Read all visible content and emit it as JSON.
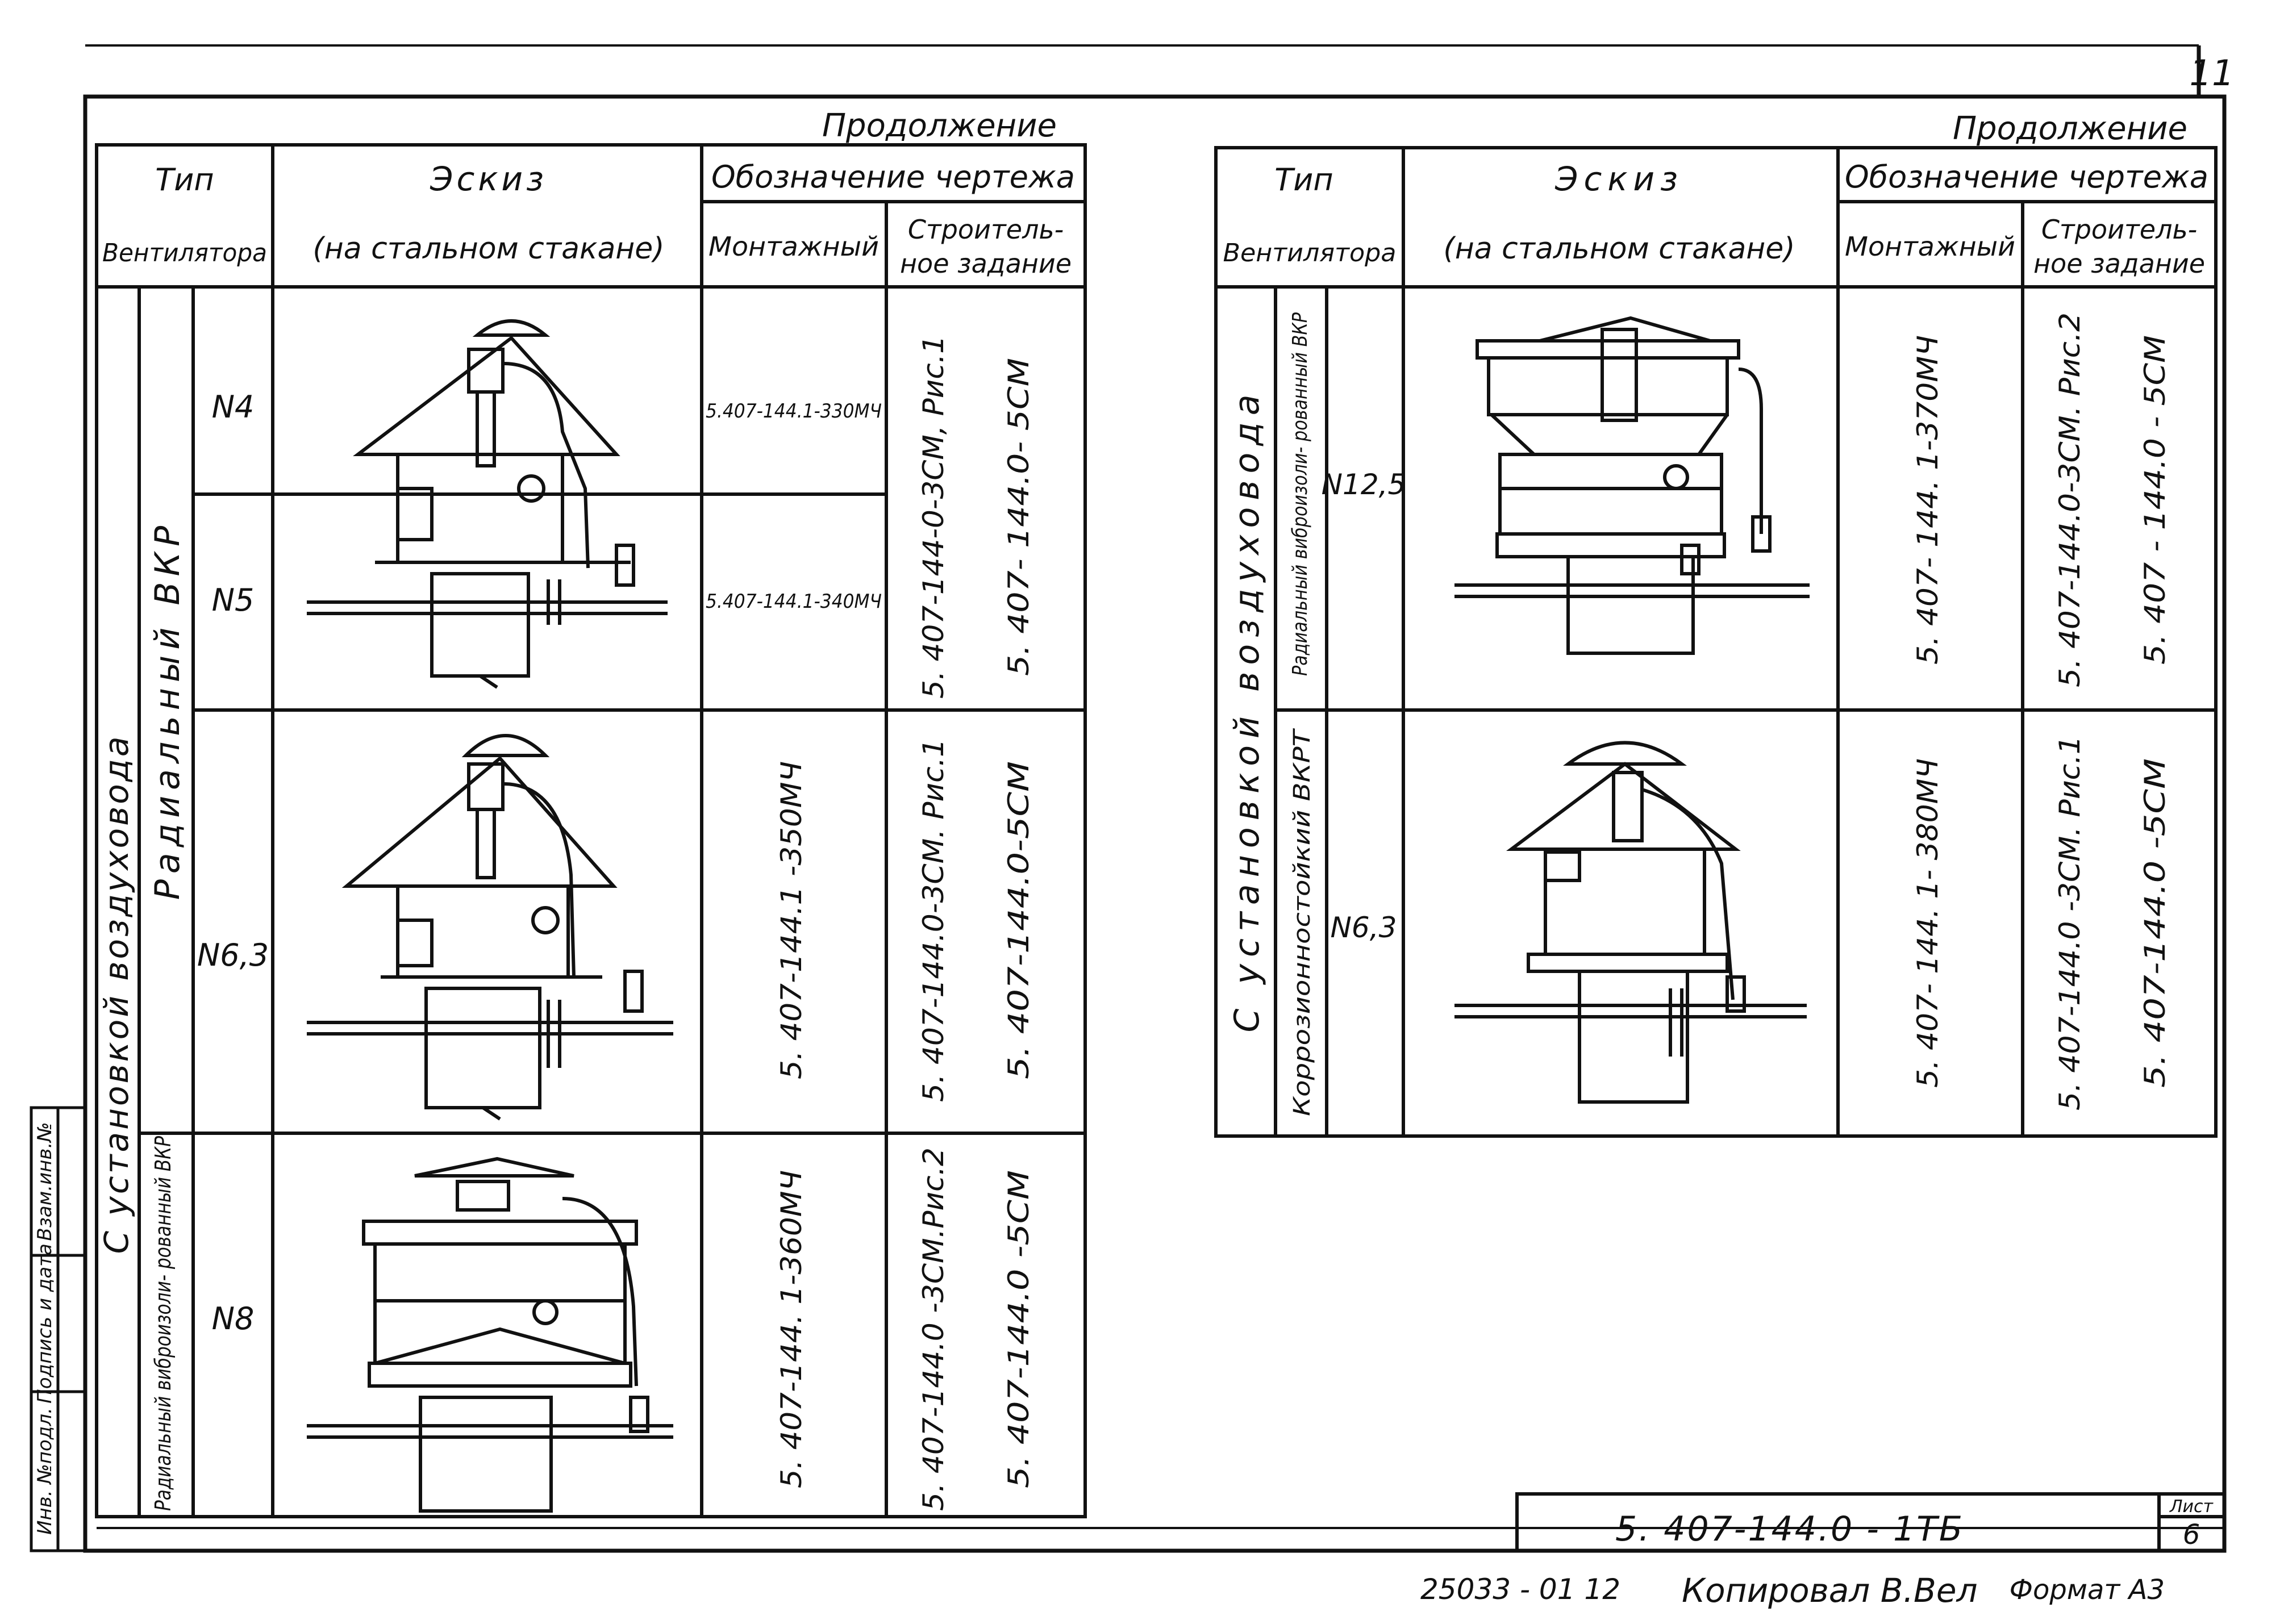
{
  "sheet_number": "11",
  "stamp": {
    "inv_podl": "Инв. №подл.",
    "podpis": "Подпись и дата",
    "vzam": "Взам.инв.№"
  },
  "left_table": {
    "continuation": "Продолжение",
    "headers": {
      "type": "Тип",
      "fan": "Вентилятора",
      "sketch": "Эскиз",
      "sketch_sub": "(на стальном стакане)",
      "designation": "Обозначение чертежа",
      "mounting": "Монтажный",
      "construction_1": "Строитель-",
      "construction_2": "ное задание"
    },
    "group_label": "С установкой воздуховода",
    "subgroups": [
      "Радиальный  ВКР",
      "Радиальный виброизоли- рованный ВКР"
    ],
    "rows": [
      {
        "size": "N4",
        "mount": "5.407-144.1-330МЧ"
      },
      {
        "size": "N5",
        "mount": "5.407-144.1-340МЧ"
      },
      {
        "size": "N6,3",
        "mount": "5. 407-144.1 -350МЧ",
        "construction": "5. 407-144.0-3СМ. Рис.1",
        "general": "5. 407-144.0-5СМ"
      },
      {
        "size": "N8",
        "mount": "5. 407-144. 1-360МЧ",
        "construction": "5. 407-144.0 -3СМ.Рис.2",
        "general": "5. 407-144.0 -5СМ"
      }
    ],
    "merged_n4_n5": {
      "construction": "5. 407-144-0-3СМ, Рис.1",
      "general": "5. 407- 144.0- 5СМ"
    }
  },
  "right_table": {
    "continuation": "Продолжение",
    "headers": {
      "type": "Тип",
      "fan": "Вентилятора",
      "sketch": "Эскиз",
      "sketch_sub": "(на стальном стакане)",
      "designation": "Обозначение чертежа",
      "mounting": "Монтажный",
      "construction_1": "Строитель-",
      "construction_2": "ное задание"
    },
    "group_label": "С установкой воздуховода",
    "subgroups": [
      "Радиальный виброизоли- рованный ВКР",
      "Коррозионностойкий ВКРТ"
    ],
    "rows": [
      {
        "size": "N12,5",
        "mount": "5. 407- 144. 1-370МЧ",
        "construction": "5. 407-144.0-3СМ. Рис.2",
        "general": "5. 407 - 144.0 - 5СМ"
      },
      {
        "size": "N6,3",
        "mount": "5. 407- 144. 1- 380МЧ",
        "construction": "5. 407-144.0 -3СМ. Рис.1",
        "general": "5. 407-144.0 -5СМ"
      }
    ]
  },
  "title_block": {
    "code": "5. 407-144.0 - 1ТБ",
    "list_label": "Лист",
    "list_number": "6"
  },
  "footer": {
    "order": "25033 - 01  12",
    "copied": "Копировал  В.Вел",
    "format": "Формат  А3"
  }
}
